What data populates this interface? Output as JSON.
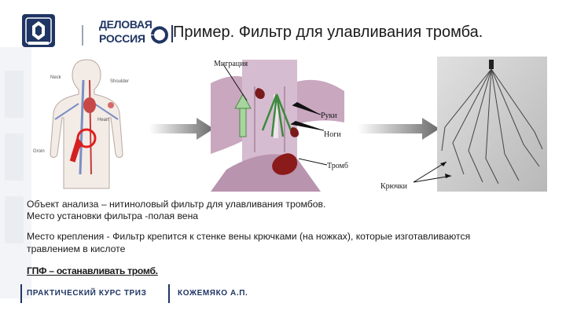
{
  "header": {
    "brand_top": "ДЕЛОВАЯ",
    "brand_bottom": "РОССИЯ",
    "title": "Пример. Фильтр для улавливания тромба."
  },
  "figure_labels": {
    "migration": "Миграция",
    "arms": "Руки",
    "legs": "Ноги",
    "clot": "Тромб",
    "hooks": "Крючки",
    "neck": "Neck",
    "shoulder": "Shoulder",
    "heart": "Heart",
    "groin": "Groin"
  },
  "body": {
    "line1": "Объект анализа – нитиноловый фильтр для улавливания тромбов.",
    "line2": "Место установки фильтра -полая вена",
    "line3": "Место крепления - Фильтр крепится к стенке вены крючками (на ножках), которые изготавливаются",
    "line4": "травлением в кислоте",
    "line5": "ГПФ – останавливать тромб."
  },
  "footer": {
    "course": "ПРАКТИЧЕСКИЙ КУРС ТРИЗ",
    "author": "КОЖЕМЯКО А.П."
  },
  "colors": {
    "brand": "#1f3564",
    "vein": "#c9a7bf",
    "blood": "#8b1a1a"
  }
}
